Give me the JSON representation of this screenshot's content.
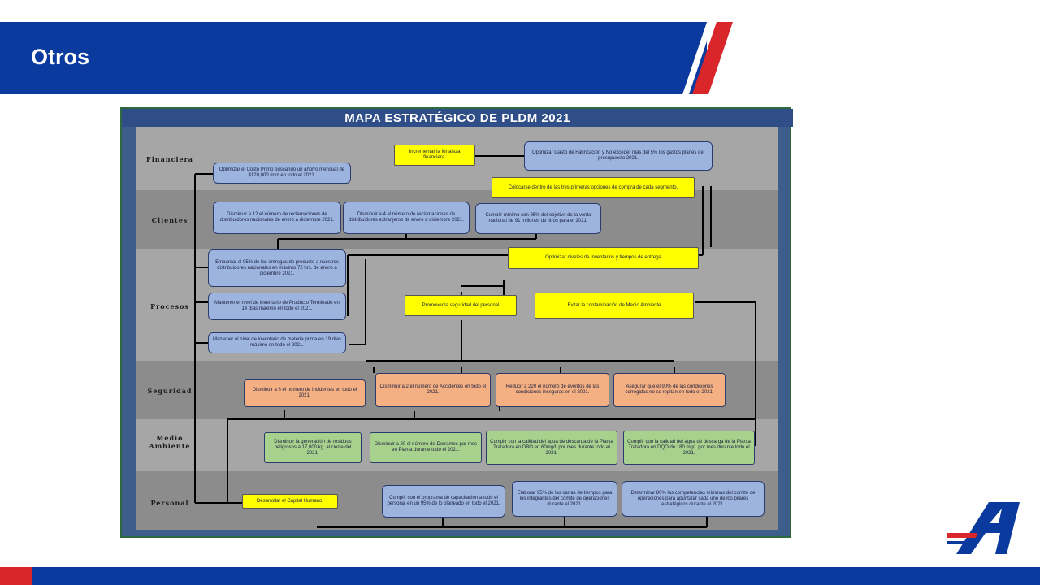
{
  "slide": {
    "title": "Otros",
    "colors": {
      "header_blue": "#0a3a9e",
      "accent_red": "#d9262b"
    }
  },
  "map": {
    "title": "MAPA ESTRATÉGICO DE PLDM 2021",
    "bands": [
      {
        "label": "Financiera"
      },
      {
        "label": "Clientes"
      },
      {
        "label": "Procesos"
      },
      {
        "label": "Seguridad"
      },
      {
        "label": "Medio Ambiente"
      },
      {
        "label": "Personal"
      }
    ],
    "financiera": {
      "costo_primo": "Optimizar el Costo Primo buscando un ahorro mensual de $120,000 mxn en todo el 2021.",
      "fortaleza": "Incrementar la fortaleza financiera.",
      "gasto_fabricacion": "Optimizar Gasto de Fabricación y No exceder más del 5% los gastos planes del presupuesto 2021."
    },
    "clientes": {
      "colocarse": "Colocarse dentro de las tres primeras opciones de compra de cada segmento.",
      "reclamaciones_nac": "Disminuir a 12 el número de reclamaciones de distribuidores nacionales de enero a diciembre 2021.",
      "reclamaciones_ext": "Disminuir a 4 el número de reclamaciones de distribuidores extranjeros de enero a diciembre 2021.",
      "venta_nacional": "Cumplir mínimo con 95% del objetivo de la venta nacional de 91 millones de litros para el 2021."
    },
    "procesos": {
      "embarcar": "Embarcar el 95% de las entregas de producto a nuestros distribuidores nacionales en máximo 72 hrs. de enero a diciembre 2021.",
      "optimizar_inventarios": "Optimizar niveles de inventarios y tiempos de entrega",
      "producto_terminado": "Mantener el nivel de inventario de Producto Terminado en 14 días máximo en todo el 2021.",
      "seguridad_personal": "Promover la seguridad del personal",
      "contaminacion": "Evitar la contaminación de Medio Ambiente",
      "materia_prima": "Mantener el nivel de inventario de materia prima en 19 días máximo en todo el 2021."
    },
    "seguridad": {
      "incidentes": "Disminuir a 8 el número de incidentes en todo el 2021.",
      "accidentes": "Disminuir a 2 el número de Accidentes en todo el 2021.",
      "condiciones": "Reducir a 220 el número de eventos de las condiciones inseguras en el 2021.",
      "asegurar": "Asegurar que el 90% de las condiciones corregidas no se repitan en todo el 2021."
    },
    "medio_ambiente": {
      "residuos": "Disminuir la generación de residuos peligrosos a 17,000 kg. al cierre del 2021.",
      "derrames": "Disminuir a 20 el número de Derrames por mes en Planta durante todo el 2021.",
      "dbo": "Cumplir con la calidad del agua de descarga de la Planta Tratadora en DBO en 60mg/L por mes durante todo el 2021.",
      "dqo": "Cumplir con la calidad del agua de descarga de la Planta Tratadora en DQO de 180 mg/L por mes durante todo el 2021."
    },
    "personal": {
      "capital_humano": "Desarrollar el Capital Humano.",
      "capacitacion": "Cumplir con el programa de capacitación a todo el personal en un 95% de lo planeado en todo el 2021.",
      "cartas": "Elaborar 95% de las cartas de tiempos para los integrantes del comité de operaciones durante el 2021.",
      "competencias": "Determinar 80% las competencias mínimas del comité de operaciones para apuntalar cada uno de los pilares estratégicos durante el 2021."
    }
  }
}
